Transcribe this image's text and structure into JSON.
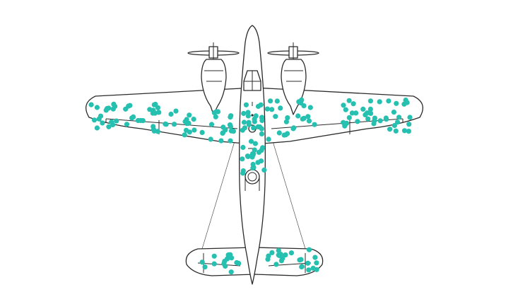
{
  "colors": {
    "background": "#ffffff",
    "outline": "#2b2b2b",
    "damage_marker": "#26c0b0"
  },
  "diagram": {
    "subject": "aircraft-top-view",
    "marker_shape": "dot",
    "damage_regions": [
      {
        "name": "left-wing-outer",
        "dot_count": 38
      },
      {
        "name": "left-wing-inner",
        "dot_count": 34
      },
      {
        "name": "fuselage",
        "dot_count": 45
      },
      {
        "name": "right-wing-inner",
        "dot_count": 26
      },
      {
        "name": "right-wing-outer",
        "dot_count": 40
      },
      {
        "name": "tailplane",
        "dot_count": 38
      }
    ]
  }
}
